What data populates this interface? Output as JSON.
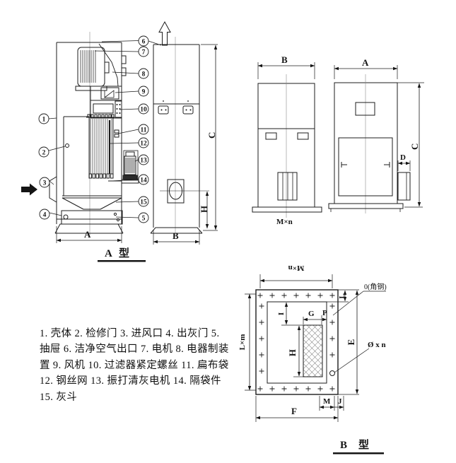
{
  "view_a": {
    "title_letter": "A",
    "title_suffix": "型"
  },
  "view_b": {
    "title_letter": "B",
    "title_suffix": "型"
  },
  "callouts": [
    "1",
    "2",
    "3",
    "4",
    "5",
    "6",
    "7",
    "8",
    "9",
    "10",
    "11",
    "12",
    "13",
    "14",
    "15"
  ],
  "dims": {
    "a": "A",
    "b": "B",
    "c": "C",
    "h": "H",
    "d": "D",
    "e": "E",
    "f": "F",
    "g": "G",
    "p": "P",
    "i": "I",
    "l": "L",
    "m": "M",
    "j": "J",
    "m_x_n": "M×n",
    "l_x_m": "L×m",
    "dia_x_n": "Ø x n",
    "angle_steel": "0(角钢)"
  },
  "parts_list": {
    "lines": [
      "1. 壳体  2. 检修门  3. 进风口  4. 出灰门  5.",
      "抽屉  6. 洁净空气出口  7. 电机  8. 电器制装",
      "置  9. 风机  10. 过滤器紧定螺丝  11. 扁布袋",
      "12. 钢丝网  13. 振打清灰电机  14. 隔袋件",
      "15. 灰斗"
    ]
  }
}
